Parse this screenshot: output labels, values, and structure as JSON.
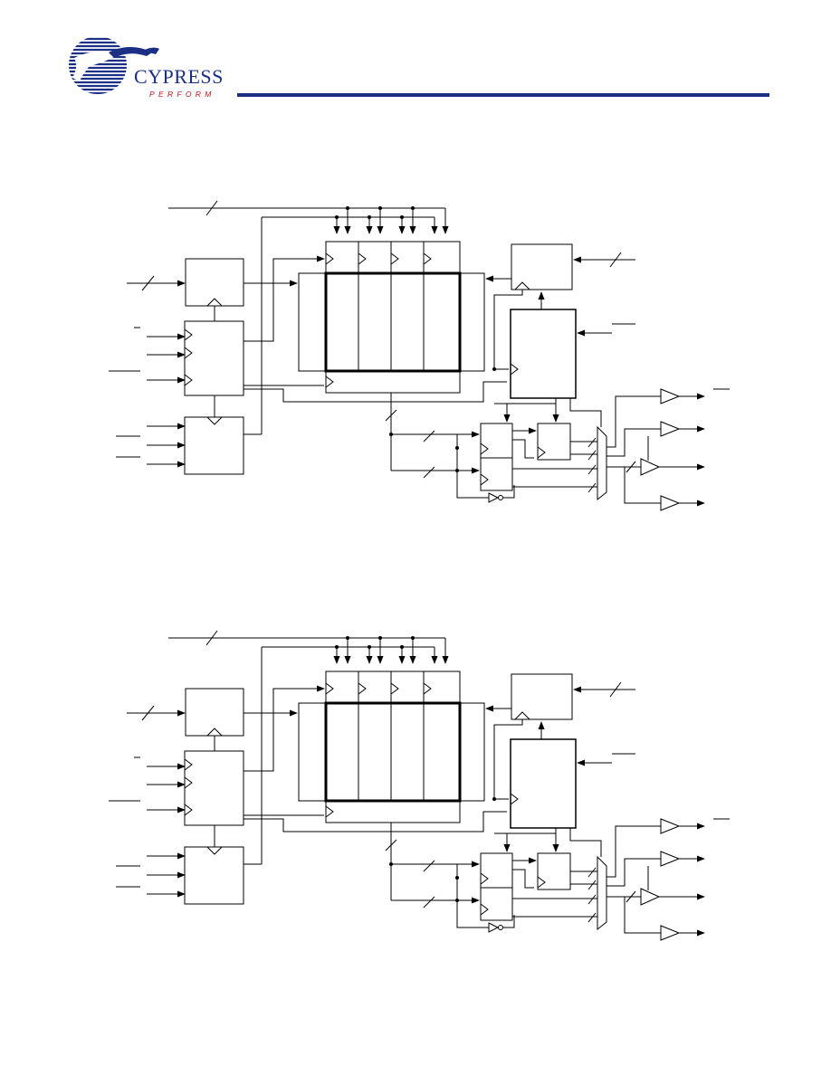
{
  "header": {
    "brand_name": "CYPRESS",
    "brand_tagline": "PERFORM",
    "brand_color": "#1b2f84",
    "tagline_color": "#c4161c"
  },
  "diagrams": [
    {
      "id": "logic-block-diagram-top",
      "labels": []
    },
    {
      "id": "logic-block-diagram-bottom",
      "labels": []
    }
  ]
}
